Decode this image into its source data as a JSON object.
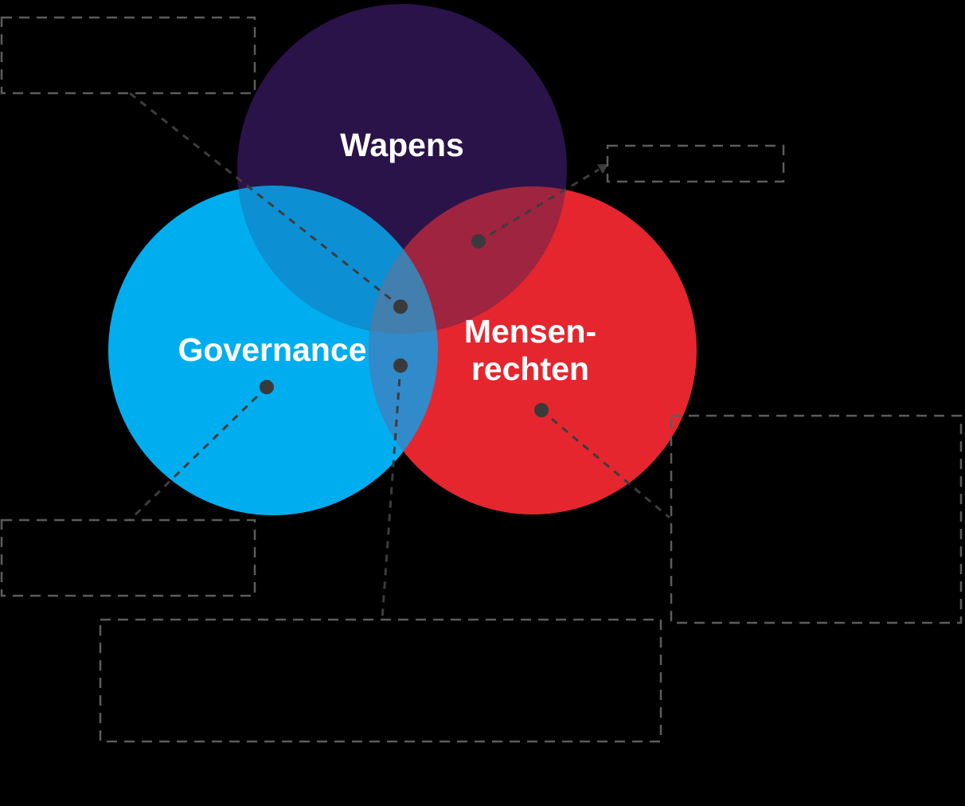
{
  "background_color": "#000000",
  "venn": {
    "circles": [
      {
        "name": "wapens",
        "label": "Wapens",
        "fill": "#2a1349",
        "label_color": "#ffffff"
      },
      {
        "name": "governance",
        "label": "Governance",
        "fill": "#00aeef",
        "label_color": "#ffffff"
      },
      {
        "name": "mensenrechten",
        "label_line1": "Mensen-",
        "label_line2": "rechten",
        "fill": "#e5262f",
        "label_color": "#ffffff"
      }
    ],
    "overlaps": {
      "wapens_governance": "#0d90d3",
      "wapens_mensenrechten": "#9e2440",
      "governance_mensenrechten": "#318aca",
      "center": "#427eae"
    }
  },
  "annotations": {
    "connector_color": "#3d3d3d",
    "marker_color": "#3a3a3a",
    "box_border_color": "#5c5c5c",
    "callout_boxes": [
      {
        "name": "top-left",
        "text": ""
      },
      {
        "name": "top-right",
        "text": ""
      },
      {
        "name": "bottom-left",
        "text": ""
      },
      {
        "name": "bottom-center",
        "text": ""
      },
      {
        "name": "right",
        "text": ""
      }
    ]
  }
}
